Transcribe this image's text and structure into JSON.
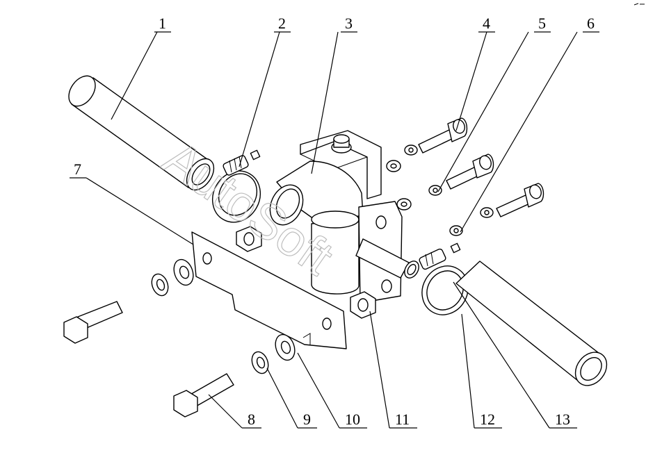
{
  "diagram": {
    "callouts": [
      {
        "id": "1",
        "label": "1"
      },
      {
        "id": "2",
        "label": "2"
      },
      {
        "id": "3",
        "label": "3"
      },
      {
        "id": "4",
        "label": "4"
      },
      {
        "id": "5",
        "label": "5"
      },
      {
        "id": "6",
        "label": "6"
      },
      {
        "id": "7",
        "label": "7"
      },
      {
        "id": "8",
        "label": "8"
      },
      {
        "id": "9",
        "label": "9"
      },
      {
        "id": "10",
        "label": "10"
      },
      {
        "id": "11",
        "label": "11"
      },
      {
        "id": "12",
        "label": "12"
      },
      {
        "id": "13",
        "label": "13"
      }
    ],
    "watermark": "AutoSoft"
  },
  "colors": {
    "line": "#000000",
    "background": "#ffffff",
    "watermark": "#bdbdbd"
  }
}
